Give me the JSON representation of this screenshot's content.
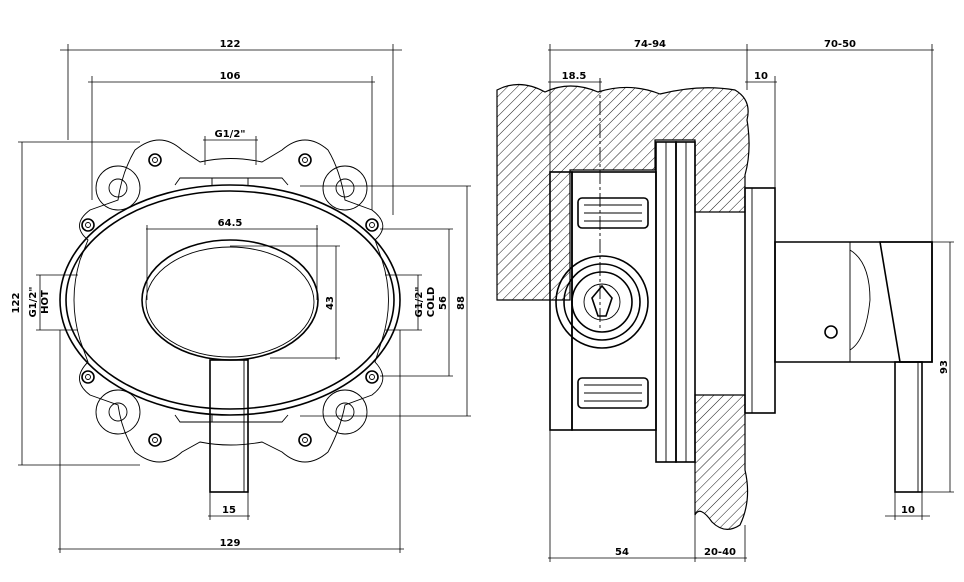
{
  "front_view": {
    "dim_overall_width": "122",
    "dim_inner_width": "106",
    "dim_inlet_thread_top": "G1/2\"",
    "dim_plate_width": "64.5",
    "dim_overall_height": "122",
    "dim_plate_height": "43",
    "dim_cold_spacing": "56",
    "dim_outer_height": "88",
    "dim_handle_width": "15",
    "dim_base_width": "129",
    "hot_thread": "G1/2\"",
    "hot_label": "HOT",
    "cold_thread": "G1/2\"",
    "cold_label": "COLD"
  },
  "side_view": {
    "dim_depth_range": "74-94",
    "dim_projection_range": "70-50",
    "dim_offset": "18.5",
    "dim_plate_thickness": "10",
    "dim_handle_height": "93",
    "dim_handle_diameter": "10",
    "dim_body_depth": "54",
    "dim_wall_range": "20-40"
  }
}
